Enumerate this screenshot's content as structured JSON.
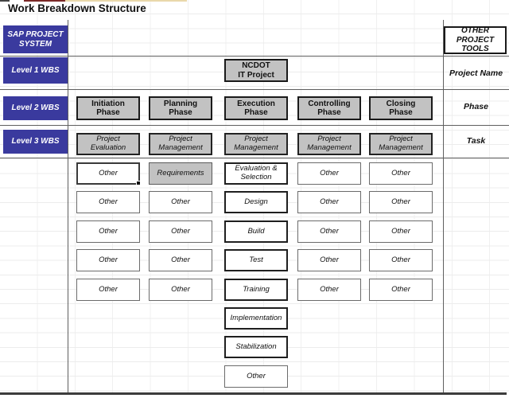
{
  "title": "Work Breakdown Structure",
  "sidebar": {
    "sap": "SAP PROJECT\nSYSTEM",
    "level1": "Level 1 WBS",
    "level2": "Level 2 WBS",
    "level3": "Level 3 WBS"
  },
  "right_panel": {
    "header": "OTHER PROJECT\nTOOLS",
    "project_name": "Project Name",
    "phase": "Phase",
    "task": "Task"
  },
  "project": {
    "name": "NCDOT\nIT Project"
  },
  "columns": [
    {
      "phase": "Initiation\nPhase",
      "level3": "Project\nEvaluation",
      "tasks": [
        {
          "label": "Other"
        },
        {
          "label": "Other"
        },
        {
          "label": "Other"
        },
        {
          "label": "Other"
        },
        {
          "label": "Other"
        }
      ]
    },
    {
      "phase": "Planning\nPhase",
      "level3": "Project\nManagement",
      "tasks": [
        {
          "label": "Requirements"
        },
        {
          "label": "Other"
        },
        {
          "label": "Other"
        },
        {
          "label": "Other"
        },
        {
          "label": "Other"
        }
      ]
    },
    {
      "phase": "Execution\nPhase",
      "level3": "Project\nManagement",
      "tasks": [
        {
          "label": "Evaluation &\nSelection"
        },
        {
          "label": "Design"
        },
        {
          "label": "Build"
        },
        {
          "label": "Test"
        },
        {
          "label": "Training"
        },
        {
          "label": "Implementation"
        },
        {
          "label": "Stabilization"
        },
        {
          "label": "Other"
        }
      ]
    },
    {
      "phase": "Controlling\nPhase",
      "level3": "Project\nManagement",
      "tasks": [
        {
          "label": "Other"
        },
        {
          "label": "Other"
        },
        {
          "label": "Other"
        },
        {
          "label": "Other"
        },
        {
          "label": "Other"
        }
      ]
    },
    {
      "phase": "Closing\nPhase",
      "level3": "Project\nManagement",
      "tasks": [
        {
          "label": "Other"
        },
        {
          "label": "Other"
        },
        {
          "label": "Other"
        },
        {
          "label": "Other"
        },
        {
          "label": "Other"
        }
      ]
    }
  ],
  "colors": {
    "accent_blue": "#3A3A9E",
    "node_gray": "#C2C2C2"
  }
}
